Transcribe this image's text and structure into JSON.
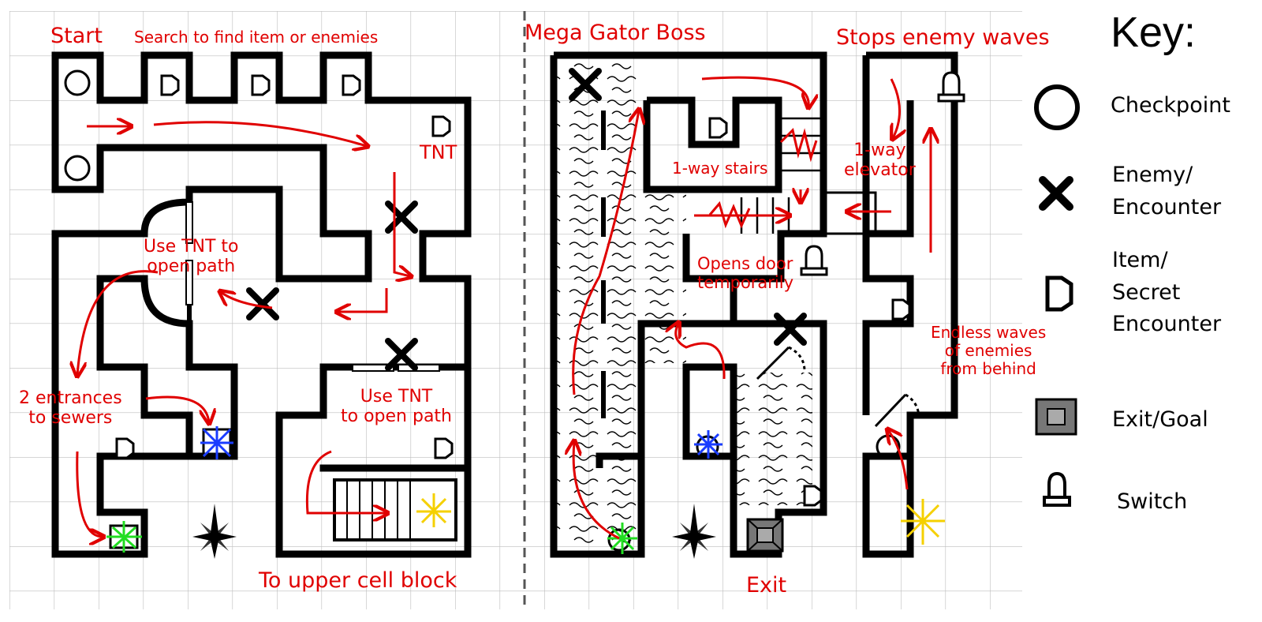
{
  "labels": {
    "start": "Start",
    "search": "Search to find item or enemies",
    "tnt": "TNT",
    "use_tnt_1": [
      "Use TNT to",
      "open path"
    ],
    "use_tnt_2": [
      "Use TNT",
      "to open path"
    ],
    "entrances": [
      "2 entrances",
      "to sewers"
    ],
    "upper_cell": "To upper cell block",
    "boss": "Mega Gator Boss",
    "stops_waves": "Stops enemy waves",
    "stairs": "1-way stairs",
    "elevator": [
      "1-way",
      "elevator"
    ],
    "opens_door": [
      "Opens door",
      "temporarily"
    ],
    "endless": [
      "Endless waves",
      "of enemies",
      "from behind"
    ],
    "exit": "Exit"
  },
  "key": {
    "title": "Key:",
    "items": [
      {
        "icon": "checkpoint-icon",
        "label": [
          "Checkpoint"
        ]
      },
      {
        "icon": "enemy-icon",
        "label": [
          "Enemy/",
          "Encounter"
        ]
      },
      {
        "icon": "item-icon",
        "label": [
          "Item/",
          "Secret",
          "Encounter"
        ]
      },
      {
        "icon": "exit-icon",
        "label": [
          "Exit/Goal"
        ]
      },
      {
        "icon": "switch-icon",
        "label": [
          "Switch"
        ]
      }
    ]
  },
  "colors": {
    "annotation": "#e00000",
    "wall": "#000000",
    "grid": "#bdbdbd",
    "green_marker": "#22dd22",
    "blue_marker": "#1a3cff",
    "yellow_marker": "#f5d000"
  }
}
